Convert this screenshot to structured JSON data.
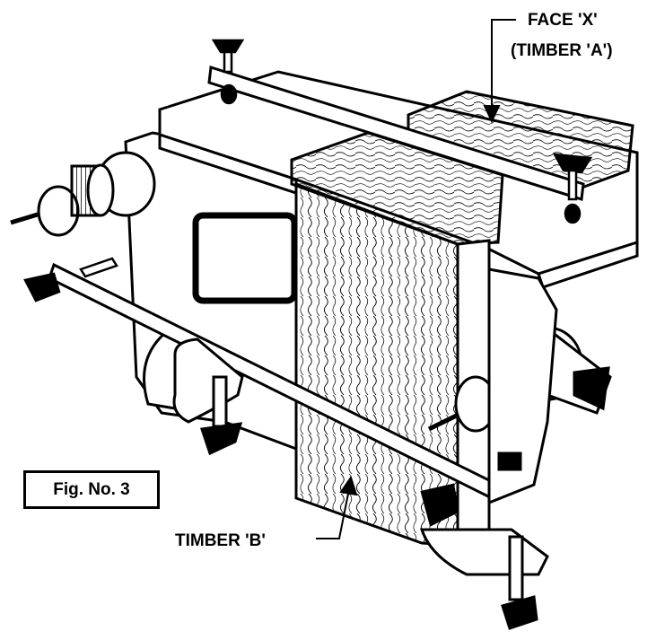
{
  "labels": {
    "face_x": "FACE 'X'",
    "timber_a": "(TIMBER 'A')",
    "timber_b": "TIMBER 'B'",
    "figure": "Fig. No. 3"
  }
}
